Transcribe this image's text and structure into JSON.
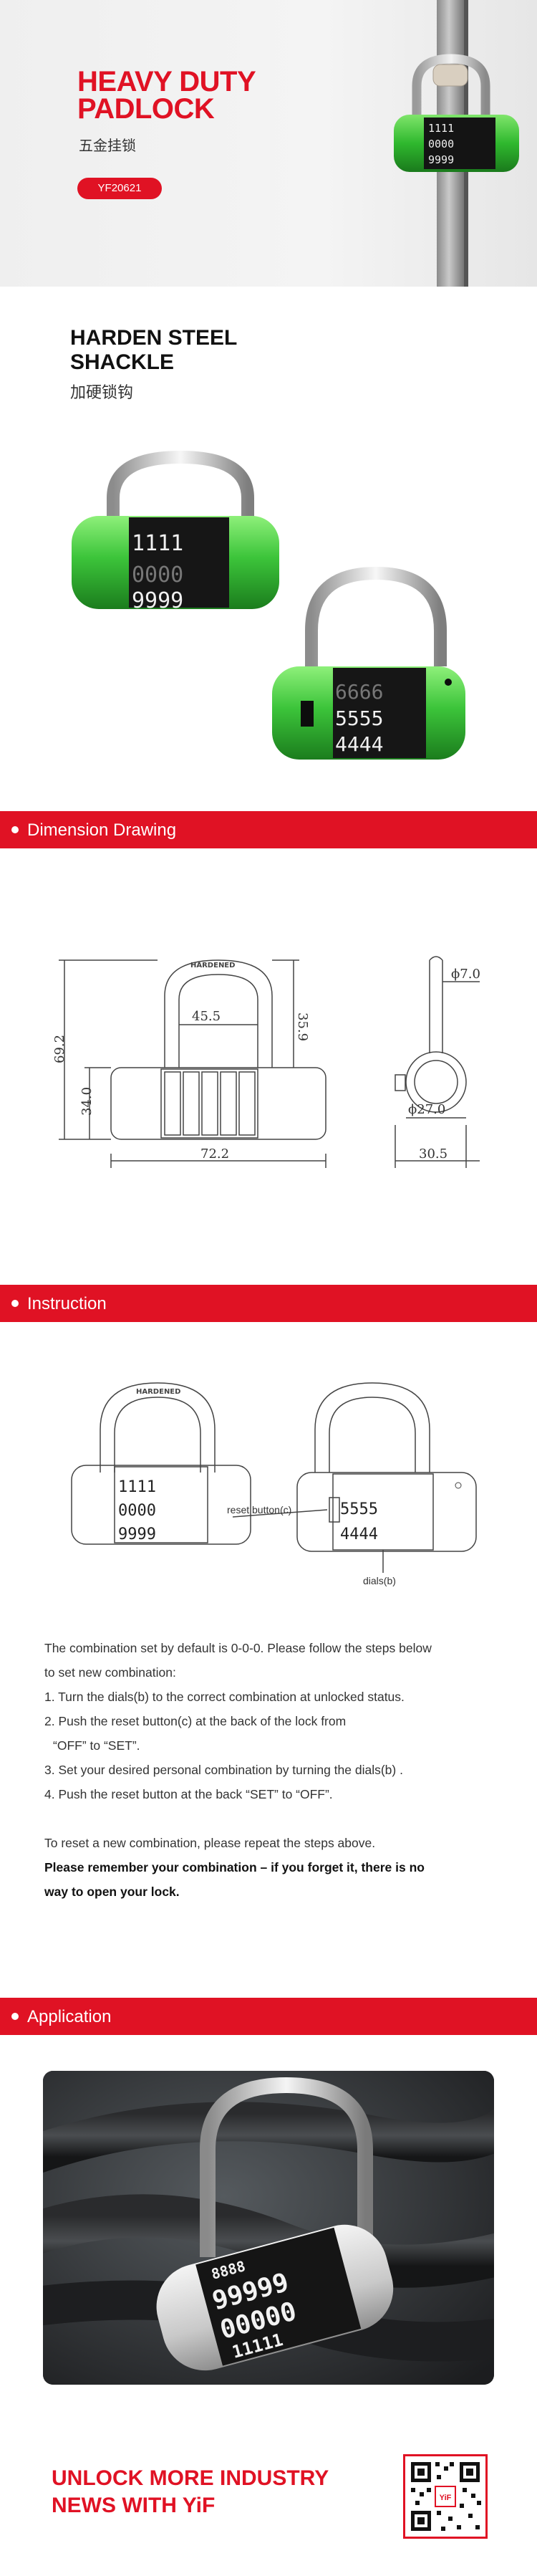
{
  "hero": {
    "title": "HEAVY DUTY\nPADLOCK",
    "subtitle": "五金挂锁",
    "model": "YF20621"
  },
  "feature": {
    "title": "HARDEN STEEL\nSHACKLE",
    "subtitle": "加硬锁钩",
    "dials_front_top": "1111",
    "dials_front_bottom": "9999",
    "dials_back_top": "5555",
    "dials_back_bottom": "4444"
  },
  "sections": {
    "dimension": "Dimension Drawing",
    "instruction": "Instruction",
    "application": "Application"
  },
  "dimension": {
    "total_height": "69.2",
    "body_height": "34.0",
    "inner_width": "45.5",
    "shackle_clear": "35.9",
    "total_width": "72.2",
    "shackle_dia": "ϕ7.0",
    "body_dia": "ϕ27.0",
    "depth": "30.5",
    "engraving": "HARDENED"
  },
  "instruction_diagram": {
    "engraving": "HARDENED",
    "reset_label": "reset button(c)",
    "dials_label": "dials(b)",
    "rows": [
      "1111",
      "0000",
      "9999"
    ],
    "back_rows": [
      "5555",
      "4444"
    ]
  },
  "instructions": {
    "intro1": "The combination set by default is 0-0-0. Please follow the steps below",
    "intro2": "to set new combination:",
    "step1": "1. Turn the dials(b) to the correct combination at unlocked status.",
    "step2": "2. Push the reset button(c) at the back of the lock from",
    "step2b": "“OFF” to “SET”.",
    "step3": "3. Set your desired personal combination by turning the dials(b) .",
    "step4": "4. Push the reset button at the back “SET” to “OFF”.",
    "reset": "To reset a new combination, please repeat the steps above.",
    "warning1": "Please remember your combination – if you forget it, there is no",
    "warning2": "way to open your lock."
  },
  "application": {
    "row1": "8888",
    "row2": "99999",
    "row3": "00000",
    "row4": "11111"
  },
  "footer": {
    "title": "UNLOCK MORE INDUSTRY\nNEWS WITH YiF",
    "qr_label": "YiF"
  },
  "colors": {
    "accent": "#e01224",
    "lock_green": "#3cc43a",
    "dial_black": "#161616"
  }
}
